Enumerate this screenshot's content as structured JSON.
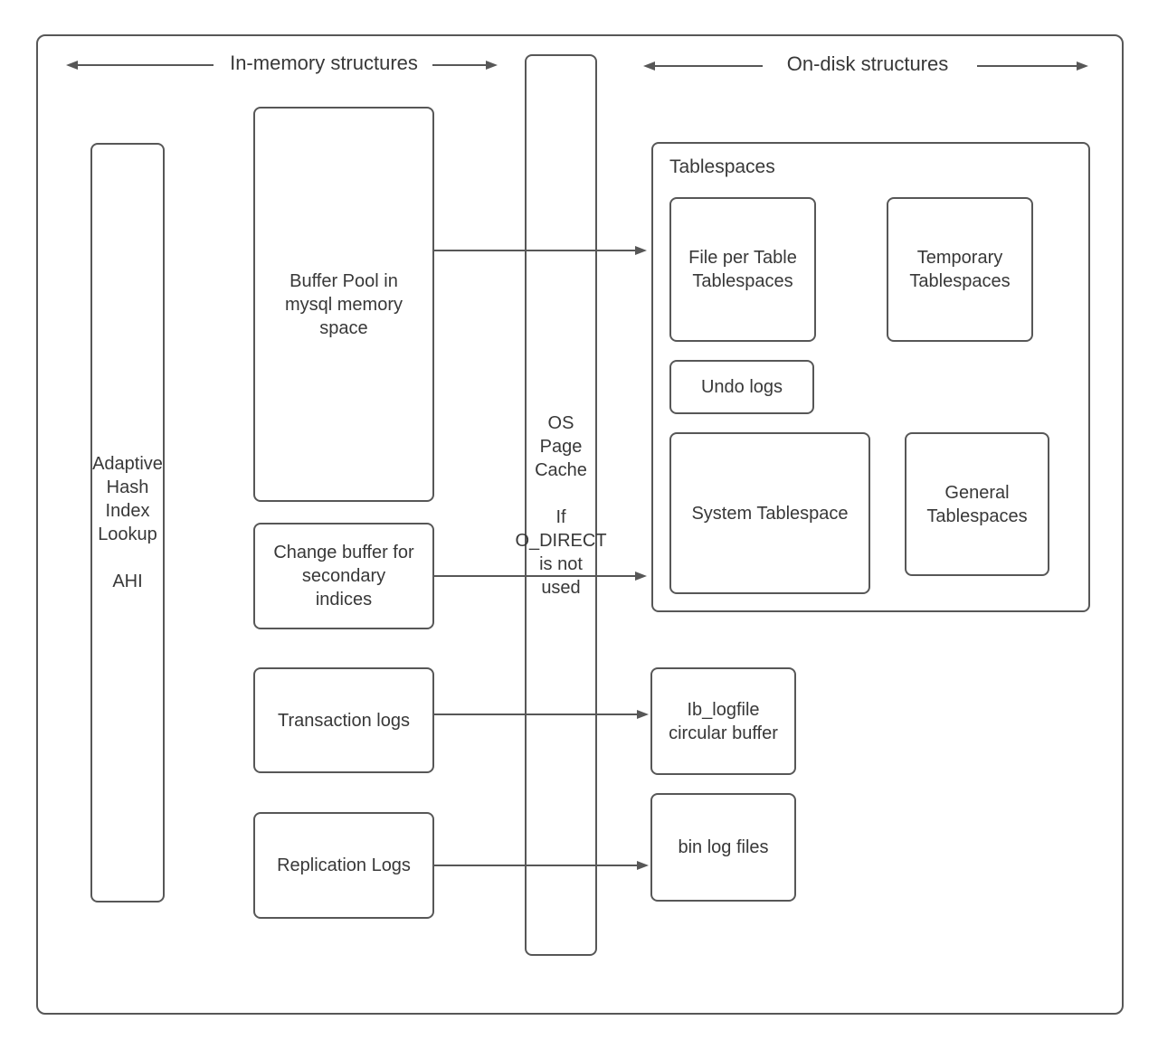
{
  "colors": {
    "stroke": "#575757",
    "text": "#383838",
    "background": "#ffffff"
  },
  "headers": {
    "in_memory_label": "In-memory structures",
    "on_disk_label": "On-disk structures"
  },
  "tablespaces": {
    "title": "Tablespaces"
  },
  "nodes": {
    "ahi": {
      "lines": [
        "Adaptive",
        "Hash",
        "Index",
        "Lookup",
        "",
        "AHI"
      ]
    },
    "buffer_pool": {
      "lines": [
        "Buffer Pool in",
        "mysql memory",
        "space"
      ]
    },
    "change_buffer": {
      "lines": [
        "Change buffer for",
        "secondary",
        "indices"
      ]
    },
    "transaction_logs": {
      "label": "Transaction logs"
    },
    "replication_logs": {
      "label": "Replication Logs"
    },
    "os_page_cache": {
      "lines": [
        "OS",
        "Page",
        "Cache",
        "",
        "If",
        "O_DIRECT",
        "is not",
        "used"
      ]
    },
    "file_per_table": {
      "lines": [
        "File per Table",
        "Tablespaces"
      ]
    },
    "temporary_tablespaces": {
      "lines": [
        "Temporary",
        "Tablespaces"
      ]
    },
    "undo_logs": {
      "label": "Undo logs"
    },
    "system_tablespace": {
      "label": "System Tablespace"
    },
    "general_tablespaces": {
      "lines": [
        "General",
        "Tablespaces"
      ]
    },
    "ib_logfile": {
      "lines": [
        "Ib_logfile",
        "circular buffer"
      ]
    },
    "bin_log_files": {
      "label": "bin log files"
    }
  }
}
